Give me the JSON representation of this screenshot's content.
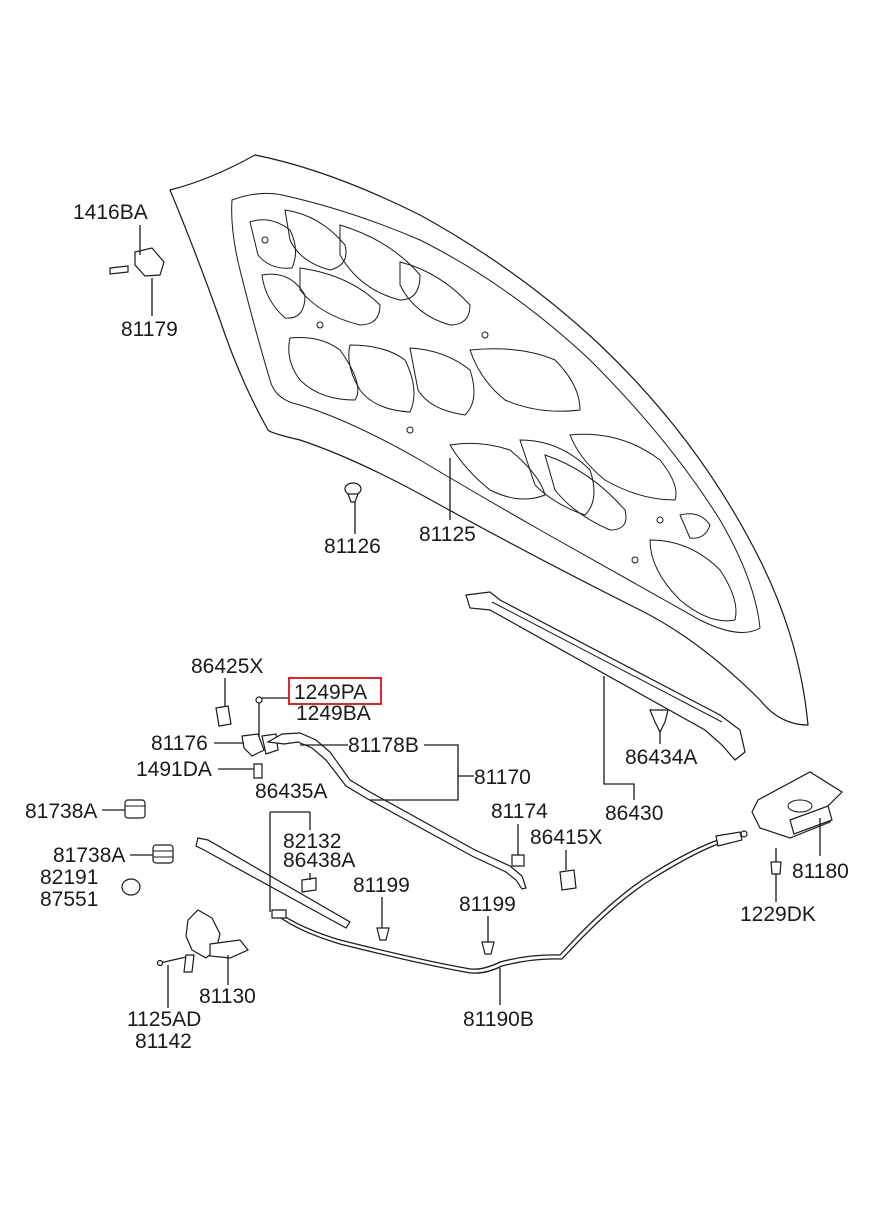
{
  "diagram": {
    "labels": {
      "p1416BA": "1416BA",
      "p81179": "81179",
      "p81126": "81126",
      "p81125": "81125",
      "p86425X": "86425X",
      "p1249PA": "1249PA",
      "p1249BA": "1249BA",
      "p81176": "81176",
      "p81178B": "81178B",
      "p1491DA": "1491DA",
      "p81170": "81170",
      "p86434A": "86434A",
      "p86435A": "86435A",
      "p86430": "86430",
      "p81738A_1": "81738A",
      "p81174": "81174",
      "p82132": "82132",
      "p86415X": "86415X",
      "p81738A_2": "81738A",
      "p86438A": "86438A",
      "p82191": "82191",
      "p81180": "81180",
      "p81199_1": "81199",
      "p87551": "87551",
      "p1229DK": "1229DK",
      "p81199_2": "81199",
      "p81130": "81130",
      "p1125AD": "1125AD",
      "p81190B": "81190B",
      "p81142": "81142"
    },
    "highlighted": "1249PA",
    "highlight_color": "#e0262b",
    "line_color": "#1a1a1a"
  }
}
